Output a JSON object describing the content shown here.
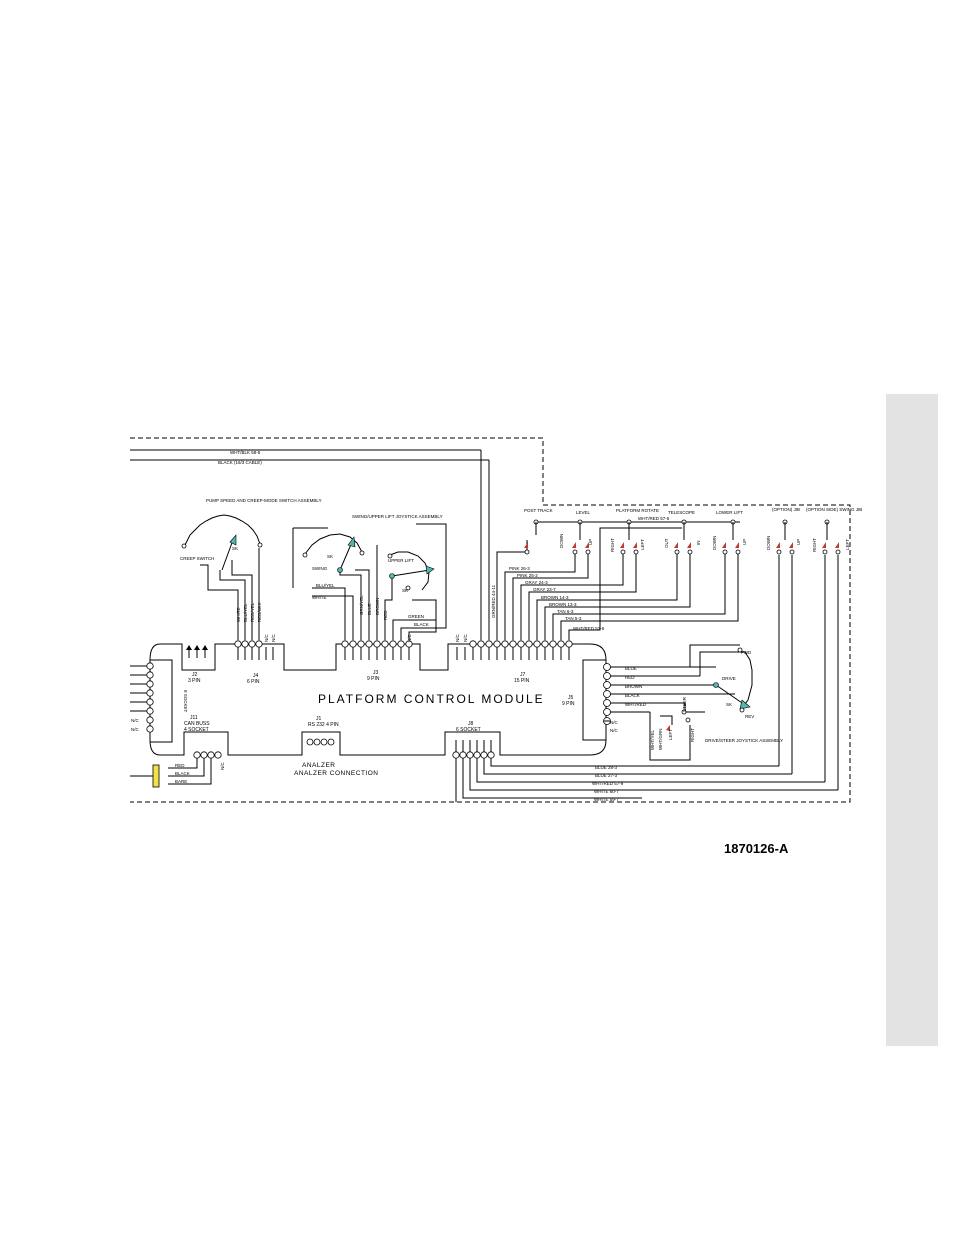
{
  "document": {
    "part_number": "1870126-A"
  },
  "module": {
    "title": "PLATFORM CONTROL MODULE",
    "connection": "ANALZER CONNECTION"
  },
  "connectors": [
    {
      "id": "J2",
      "desc": "3 PIN"
    },
    {
      "id": "J4",
      "desc": "6 PIN"
    },
    {
      "id": "J3",
      "desc": "9 PIN"
    },
    {
      "id": "J7",
      "desc": "15 PIN"
    },
    {
      "id": "J5",
      "desc": "9 PIN"
    },
    {
      "id": "J11",
      "desc": "CAN BUSS 4 SOCKET"
    },
    {
      "id": "J1",
      "desc": "RS 232 4 PIN"
    },
    {
      "id": "J8",
      "desc": "6 SOCKET"
    },
    {
      "id": "J6",
      "desc": "8 SOCKET"
    }
  ],
  "assemblies": {
    "pump": "PUMP SPEED AND CREEP-MODE SWITCH ASSEMBLY",
    "creep": "CREEP SWITCH",
    "swing_lift": "SWING/UPPER LIFT JOYSTICK ASSEMBLY",
    "drive_steer": "DRIVE/STEER JOYSTICK ASSEMBLY",
    "post_track": "POST TRACK",
    "level": "LEVEL",
    "platform_rotate": "PLATFORM ROTATE",
    "telescope": "TELESCOPE",
    "lower_lift": "LOWER LIFT",
    "jib": "(OPTION) JIB",
    "swing_jib": "(OPTION SIDE) SWING JIB"
  },
  "top_wires": [
    "WHT/BLK 58-5",
    "BLACK (16/3 CABLE)"
  ],
  "j7_wires": [
    "PINK 26-3",
    "PINK 25-2",
    "GRAY 24-3",
    "GRAY 23-7",
    "BROWN 14-3",
    "BROWN 13-3",
    "TAN 6-3",
    "TAN 5-3",
    "WHT/RED 57-6"
  ],
  "j5_wires": [
    "BLUE",
    "RED",
    "BROWN",
    "BLACK",
    "WHT/RED"
  ],
  "j8_wires": [
    "BLUE 28-3",
    "BLUE 27-3",
    "WHT/RED 57-9",
    "WHITE 60-7",
    "WHITE 59-7"
  ],
  "can_wires": [
    "RED",
    "BLACK",
    "BARE"
  ],
  "j4_wires": [
    "WHITE",
    "BLU/YEL",
    "RED/YEL",
    "RED/WHI"
  ],
  "j3_wires": [
    "BLU/YEL",
    "WHITE",
    "GRN/YEL",
    "BLUE",
    "BROWN",
    "RED",
    "GREEN",
    "BLACK"
  ],
  "small_labels": {
    "sk": "SK",
    "swing": "SWING",
    "upper_lift": "UPPER LIFT",
    "drive": "DRIVE",
    "fwd": "FWD",
    "rev": "REV",
    "down": "DOWN",
    "up": "UP",
    "right": "RIGHT",
    "left": "LEFT",
    "out": "OUT",
    "in": "IN",
    "nc": "N/C",
    "wht_red_57_5": "WHT/RED 57-5",
    "grn_red": "GRN/RED 44-11",
    "steer": "STEER",
    "wht_yel": "WHT/YEL",
    "wht_grn": "WHT/GRN",
    "socket_label": "8 SOCKET"
  }
}
